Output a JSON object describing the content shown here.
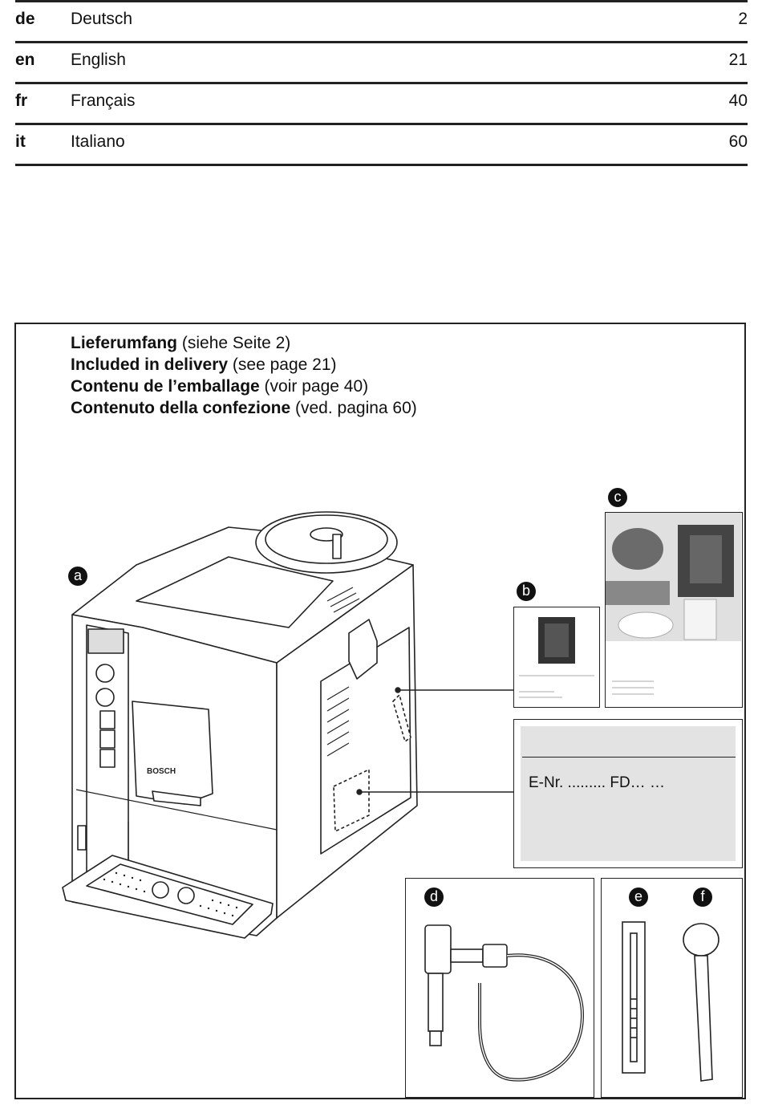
{
  "toc": [
    {
      "code": "de",
      "language": "Deutsch",
      "page": "2"
    },
    {
      "code": "en",
      "language": "English",
      "page": "21"
    },
    {
      "code": "fr",
      "language": "Français",
      "page": "40"
    },
    {
      "code": "it",
      "language": "Italiano",
      "page": "60"
    }
  ],
  "delivery": {
    "lines": [
      {
        "bold": "Lieferumfang",
        "rest": " (siehe Seite 2)"
      },
      {
        "bold": "Included in delivery",
        "rest": " (see page 21)"
      },
      {
        "bold": "Contenu de l’emballage",
        "rest": " (voir page 40)"
      },
      {
        "bold": "Contenuto della confezione",
        "rest": " (ved. pagina 60)"
      }
    ],
    "labels": {
      "a": "a",
      "b": "b",
      "c": "c",
      "d": "d",
      "e": "e",
      "f": "f"
    },
    "rating_plate": "E-Nr. ......... FD…   …",
    "brand_logo": "BOSCH"
  }
}
